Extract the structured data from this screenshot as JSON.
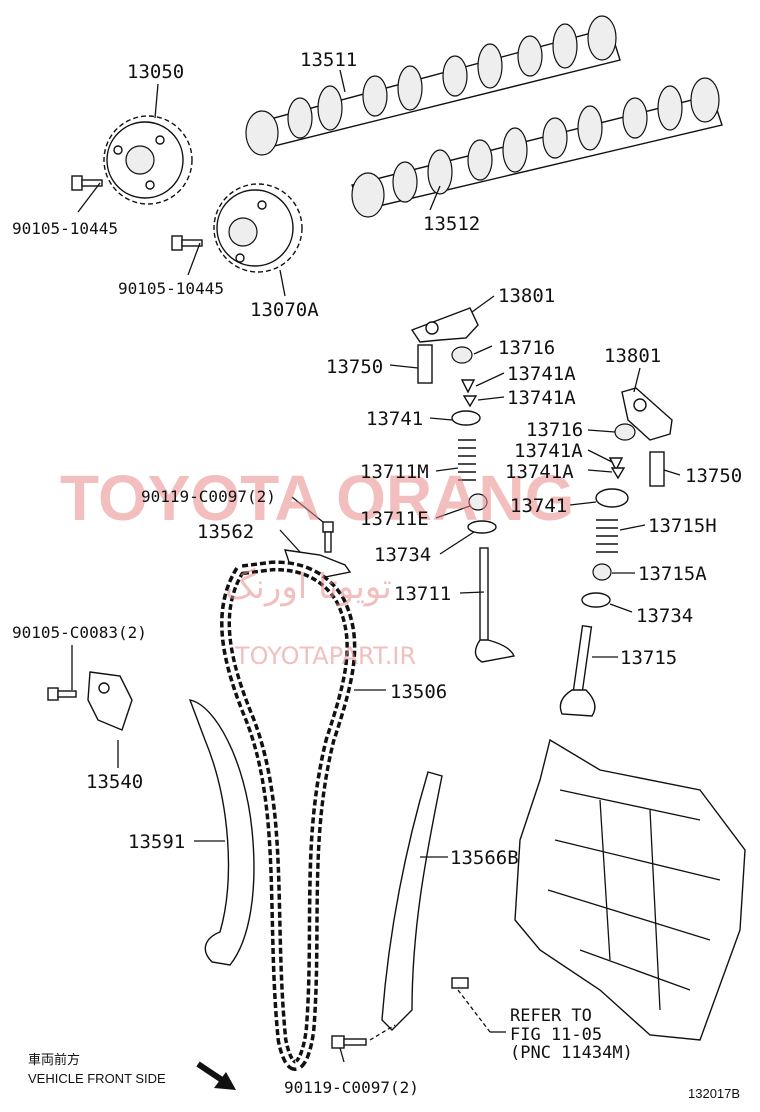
{
  "diagram_id": "132017B",
  "watermark": {
    "main": "TOYOTA ORANG",
    "persian": "تویوتا اورنگ",
    "site": "TOYOTAPART.IR"
  },
  "orientation": {
    "japanese": "車両前方",
    "english": "VEHICLE FRONT SIDE"
  },
  "reference": {
    "line1": "REFER TO",
    "line2": "FIG 11-05",
    "line3": "(PNC 11434M)"
  },
  "parts": {
    "p13050": "13050",
    "p90105a": "90105-10445",
    "p90105b": "90105-10445",
    "p13070A": "13070A",
    "p13511": "13511",
    "p13512": "13512",
    "p13801a": "13801",
    "p13716a": "13716",
    "p13750a": "13750",
    "p13741Aa": "13741A",
    "p13741Ab": "13741A",
    "p13741a": "13741",
    "p13711M": "13711M",
    "p13711E": "13711E",
    "p90119a": "90119-C0097(2)",
    "p13562": "13562",
    "p13734a": "13734",
    "p13711": "13711",
    "p13801b": "13801",
    "p13716b": "13716",
    "p13741Ac": "13741A",
    "p13741Ad": "13741A",
    "p13750b": "13750",
    "p13741b": "13741",
    "p13715H": "13715H",
    "p13715A": "13715A",
    "p13734b": "13734",
    "p13715": "13715",
    "p90105c": "90105-C0083(2)",
    "p13540": "13540",
    "p13506": "13506",
    "p13591": "13591",
    "p13566B": "13566B",
    "p90119b": "90119-C0097(2)"
  }
}
